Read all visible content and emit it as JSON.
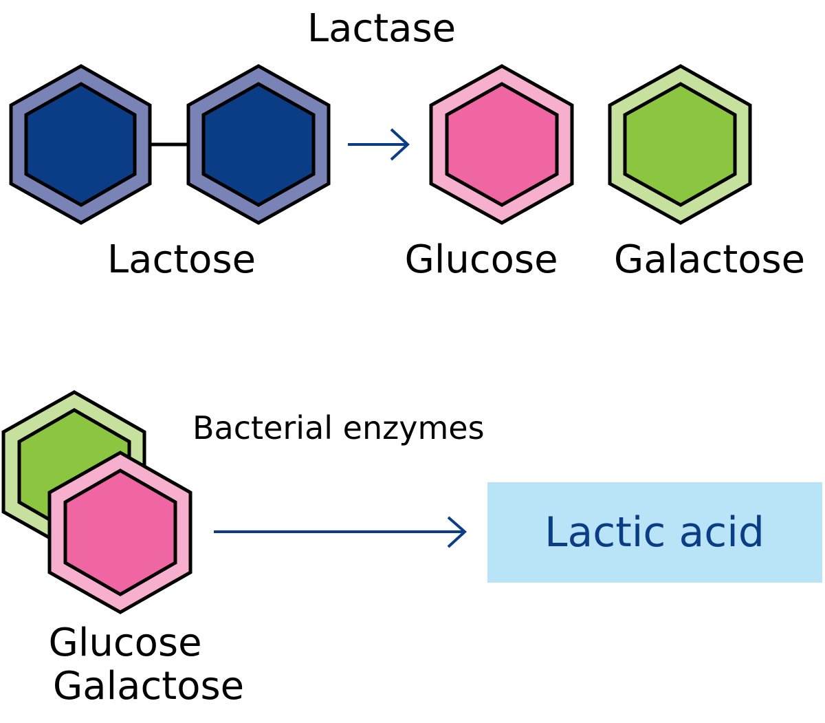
{
  "reaction1": {
    "enzyme": "Lactase",
    "substrate": "Lactose",
    "product1": "Glucose",
    "product2": "Galactose"
  },
  "reaction2": {
    "enzyme": "Bacterial enzymes",
    "substrate_line1": "Glucose",
    "substrate_line2": "Galactose",
    "product": "Lactic acid"
  },
  "colors": {
    "lactose_outer": "#7a83b5",
    "lactose_inner": "#0a3d85",
    "glucose_outer": "#f6b0cd",
    "glucose_inner": "#ef66a2",
    "galactose_outer": "#c6e09e",
    "galactose_inner": "#8cc53f",
    "arrow": "#0a3d85",
    "product_box": "#b9e4f8",
    "product_text": "#0a3d85"
  }
}
